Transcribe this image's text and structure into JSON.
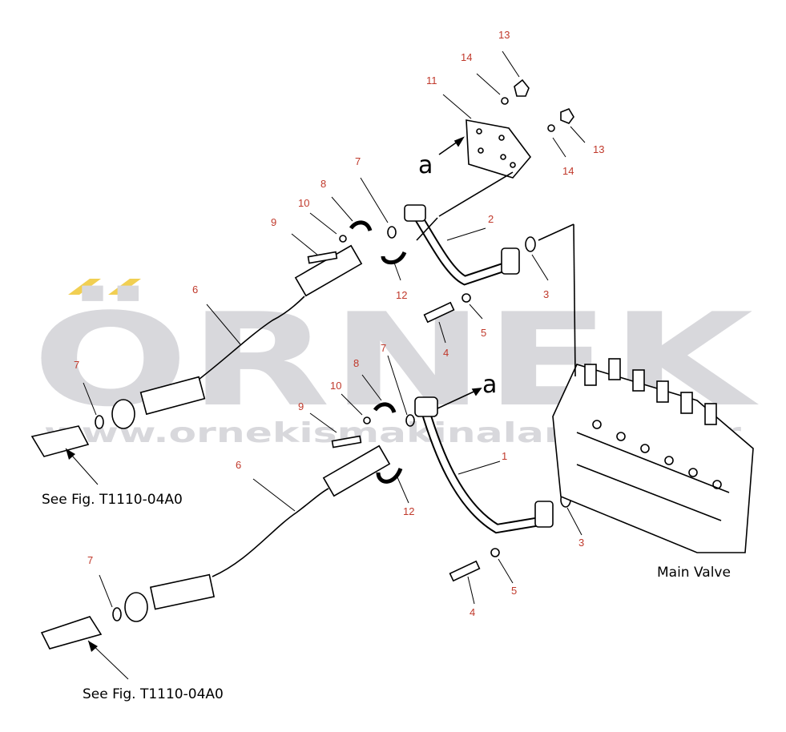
{
  "watermark": {
    "brand": "ÖRNEK",
    "url": "www.ornekismakinalari.com.tr",
    "color": "#d8d8dc",
    "accent": "#f1cf52"
  },
  "colors": {
    "label": "#c0392b",
    "line": "#000000"
  },
  "captions": {
    "see_fig_upper": "See Fig. T1110-04A0",
    "see_fig_lower": "See Fig. T1110-04A0",
    "main_valve": "Main Valve",
    "a_upper": "a",
    "a_lower": "a"
  },
  "labels": [
    {
      "id": "l13a",
      "text": "13"
    },
    {
      "id": "l14a",
      "text": "14"
    },
    {
      "id": "l11",
      "text": "11"
    },
    {
      "id": "l13b",
      "text": "13"
    },
    {
      "id": "l14b",
      "text": "14"
    },
    {
      "id": "l7a",
      "text": "7"
    },
    {
      "id": "l8a",
      "text": "8"
    },
    {
      "id": "l10a",
      "text": "10"
    },
    {
      "id": "l9a",
      "text": "9"
    },
    {
      "id": "l2",
      "text": "2"
    },
    {
      "id": "l3a",
      "text": "3"
    },
    {
      "id": "l12a",
      "text": "12"
    },
    {
      "id": "l6a",
      "text": "6"
    },
    {
      "id": "l5a",
      "text": "5"
    },
    {
      "id": "l4a",
      "text": "4"
    },
    {
      "id": "l7b",
      "text": "7"
    },
    {
      "id": "l7c",
      "text": "7"
    },
    {
      "id": "l8b",
      "text": "8"
    },
    {
      "id": "l10b",
      "text": "10"
    },
    {
      "id": "l9b",
      "text": "9"
    },
    {
      "id": "l1",
      "text": "1"
    },
    {
      "id": "l6b",
      "text": "6"
    },
    {
      "id": "l12b",
      "text": "12"
    },
    {
      "id": "l3b",
      "text": "3"
    },
    {
      "id": "l5b",
      "text": "5"
    },
    {
      "id": "l4b",
      "text": "4"
    },
    {
      "id": "l7d",
      "text": "7"
    }
  ]
}
